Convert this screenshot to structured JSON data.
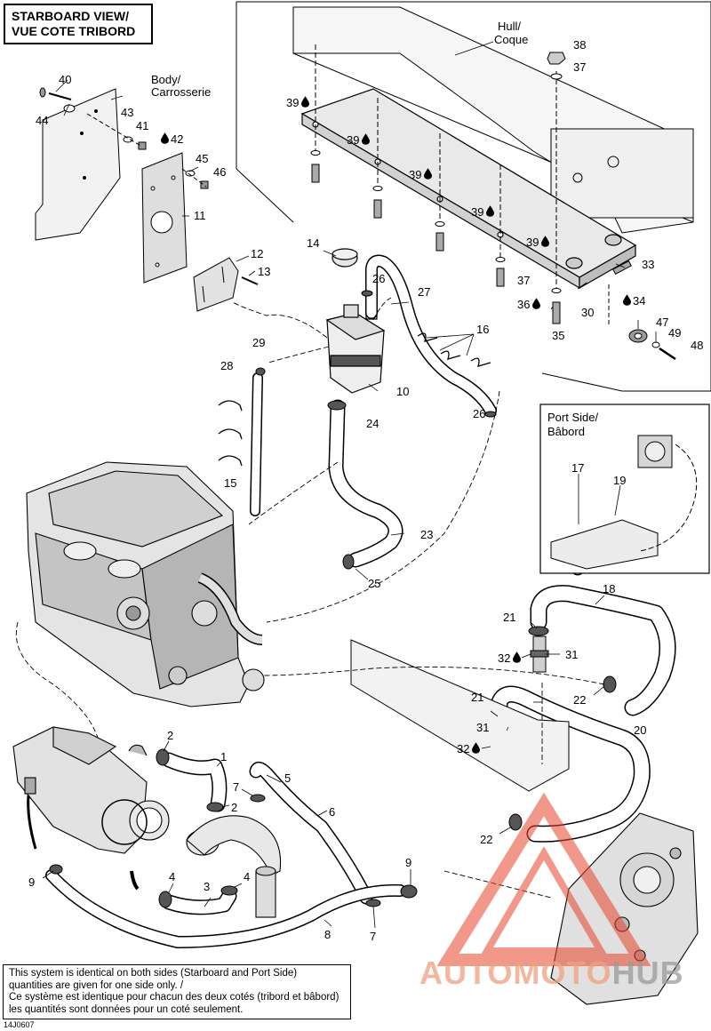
{
  "title": {
    "line1": "STARBOARD VIEW/",
    "line2": "VUE COTE TRIBORD"
  },
  "region_labels": {
    "hull": "Hull/",
    "hull_fr": "Coque",
    "body": "Body/",
    "body_fr": "Carrosserie",
    "port": "Port Side/",
    "port_fr": "Bâbord"
  },
  "callouts": [
    "1",
    "2",
    "2",
    "3",
    "4",
    "4",
    "5",
    "6",
    "7",
    "7",
    "8",
    "9",
    "9",
    "10",
    "11",
    "12",
    "13",
    "14",
    "15",
    "16",
    "17",
    "18",
    "19",
    "20",
    "21",
    "21",
    "22",
    "22",
    "23",
    "24",
    "25",
    "26",
    "26",
    "27",
    "28",
    "29",
    "30",
    "31",
    "31",
    "32",
    "32",
    "33",
    "34",
    "35",
    "36",
    "37",
    "37",
    "38",
    "39",
    "39",
    "39",
    "39",
    "39",
    "40",
    "41",
    "42",
    "43",
    "44",
    "45",
    "46",
    "47",
    "48",
    "49"
  ],
  "note": {
    "line1": "This system is identical on both sides (Starboard and Port Side)",
    "line2": "quantities are given for one side only. /",
    "line3": "Ce système est identique pour chacun des deux cotés (tribord et bâbord)",
    "line4": "les quantités sont données pour un coté seulement."
  },
  "figure_code": "14J0607",
  "watermark": {
    "part1": "AUTOMOTO",
    "part2": "HUB",
    "color_red": "#e8452c",
    "color_gray": "#9a9a9a"
  },
  "icons": [
    "drop-icon"
  ]
}
